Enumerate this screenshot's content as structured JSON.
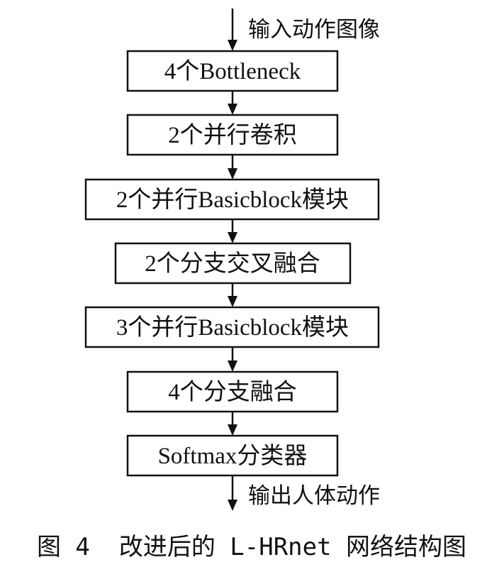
{
  "diagram": {
    "input_label": "输入动作图像",
    "output_label": "输出人体动作",
    "steps": [
      "4个Bottleneck",
      "2个并行卷积",
      "2个并行Basicblock模块",
      "2个分支交叉融合",
      "3个并行Basicblock模块",
      "4个分支融合",
      "Softmax分类器"
    ],
    "caption": "图 4  改进后的 L-HRnet 网络结构图"
  }
}
